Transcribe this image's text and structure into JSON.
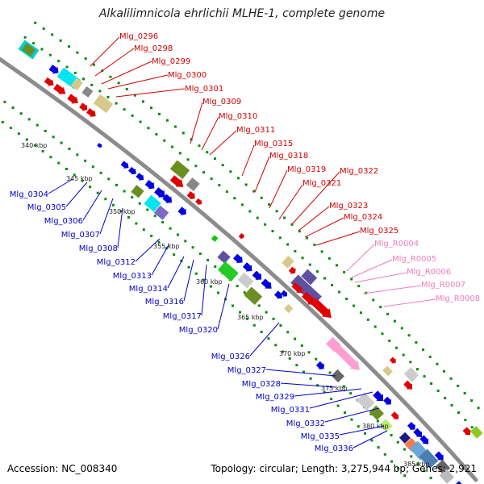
{
  "title": "Alkalilimnicola ehrlichii MLHE-1, complete genome",
  "footer": {
    "accession": "Accession: NC_008340",
    "summary": "Topology: circular; Length: 3,275,944 bp; Genes: 2,921"
  },
  "colors": {
    "backbone": "#8c8c8c",
    "forward_label": "#d40000",
    "reverse_label": "#0000c8",
    "rna_label": "#f07cbc",
    "dots": "#0b8a0b"
  },
  "ticks": [
    "340 kbp",
    "345 kbp",
    "350 kbp",
    "355 kbp",
    "360 kbp",
    "365 kbp",
    "370 kbp",
    "375 kbp",
    "380 kbp",
    "385 kbp"
  ],
  "forward_labels": [
    "Mlg_0296",
    "Mlg_0298",
    "Mlg_0299",
    "Mlg_0300",
    "Mlg_0301",
    "Mlg_0309",
    "Mlg_0310",
    "Mlg_0311",
    "Mlg_0315",
    "Mlg_0318",
    "Mlg_0319",
    "Mlg_0321",
    "Mlg_0322",
    "Mlg_0323",
    "Mlg_0324",
    "Mlg_0325"
  ],
  "rna_labels": [
    "Mlg_R0004",
    "Mlg_R0005",
    "Mlg_R0006",
    "Mlg_R0007",
    "Mlg_R0008"
  ],
  "reverse_labels": [
    "Mlg_0304",
    "Mlg_0305",
    "Mlg_0306",
    "Mlg_0307",
    "Mlg_0308",
    "Mlg_0312",
    "Mlg_0313",
    "Mlg_0314",
    "Mlg_0316",
    "Mlg_0317",
    "Mlg_0320",
    "Mlg_0326",
    "Mlg_0327",
    "Mlg_0328",
    "Mlg_0329",
    "Mlg_0331",
    "Mlg_0332",
    "Mlg_0335",
    "Mlg_0336"
  ]
}
